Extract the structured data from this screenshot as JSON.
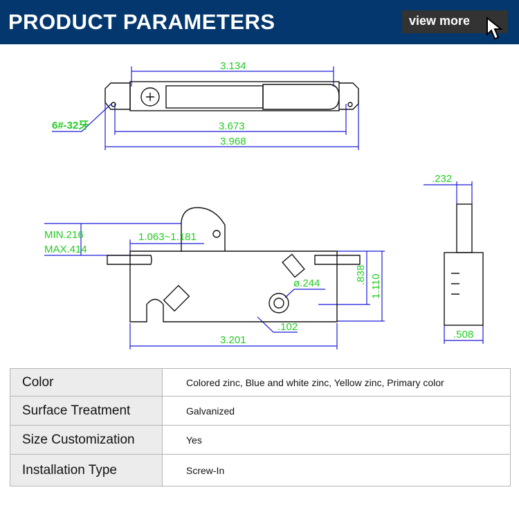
{
  "header": {
    "title": "PRODUCT PARAMETERS",
    "view_more": "view more"
  },
  "drawing": {
    "top_view": {
      "dim_inner": "3.134",
      "dim_mid": "3.673",
      "dim_outer": "3.968",
      "thread_label": "6#-32牙"
    },
    "front_view": {
      "min": "MIN.216",
      "max": "MAX.414",
      "range": "1.063~1.181",
      "diameter": "ø.244",
      "height_1": ".838",
      "height_2": "1.110",
      "offset": ".102",
      "length": "3.201"
    },
    "side_view": {
      "top_width": ".232",
      "base_width": ".508"
    },
    "colors": {
      "dimension_line": "#1a1ad6",
      "dimension_text": "#22cc22"
    }
  },
  "specs": [
    {
      "label": "Color",
      "value": "Colored zinc, Blue and white zinc, Yellow zinc, Primary color"
    },
    {
      "label": "Surface Treatment",
      "value": "Galvanized"
    },
    {
      "label": "Size Customization",
      "value": "Yes"
    },
    {
      "label": "Installation Type",
      "value": "Screw-In"
    }
  ]
}
